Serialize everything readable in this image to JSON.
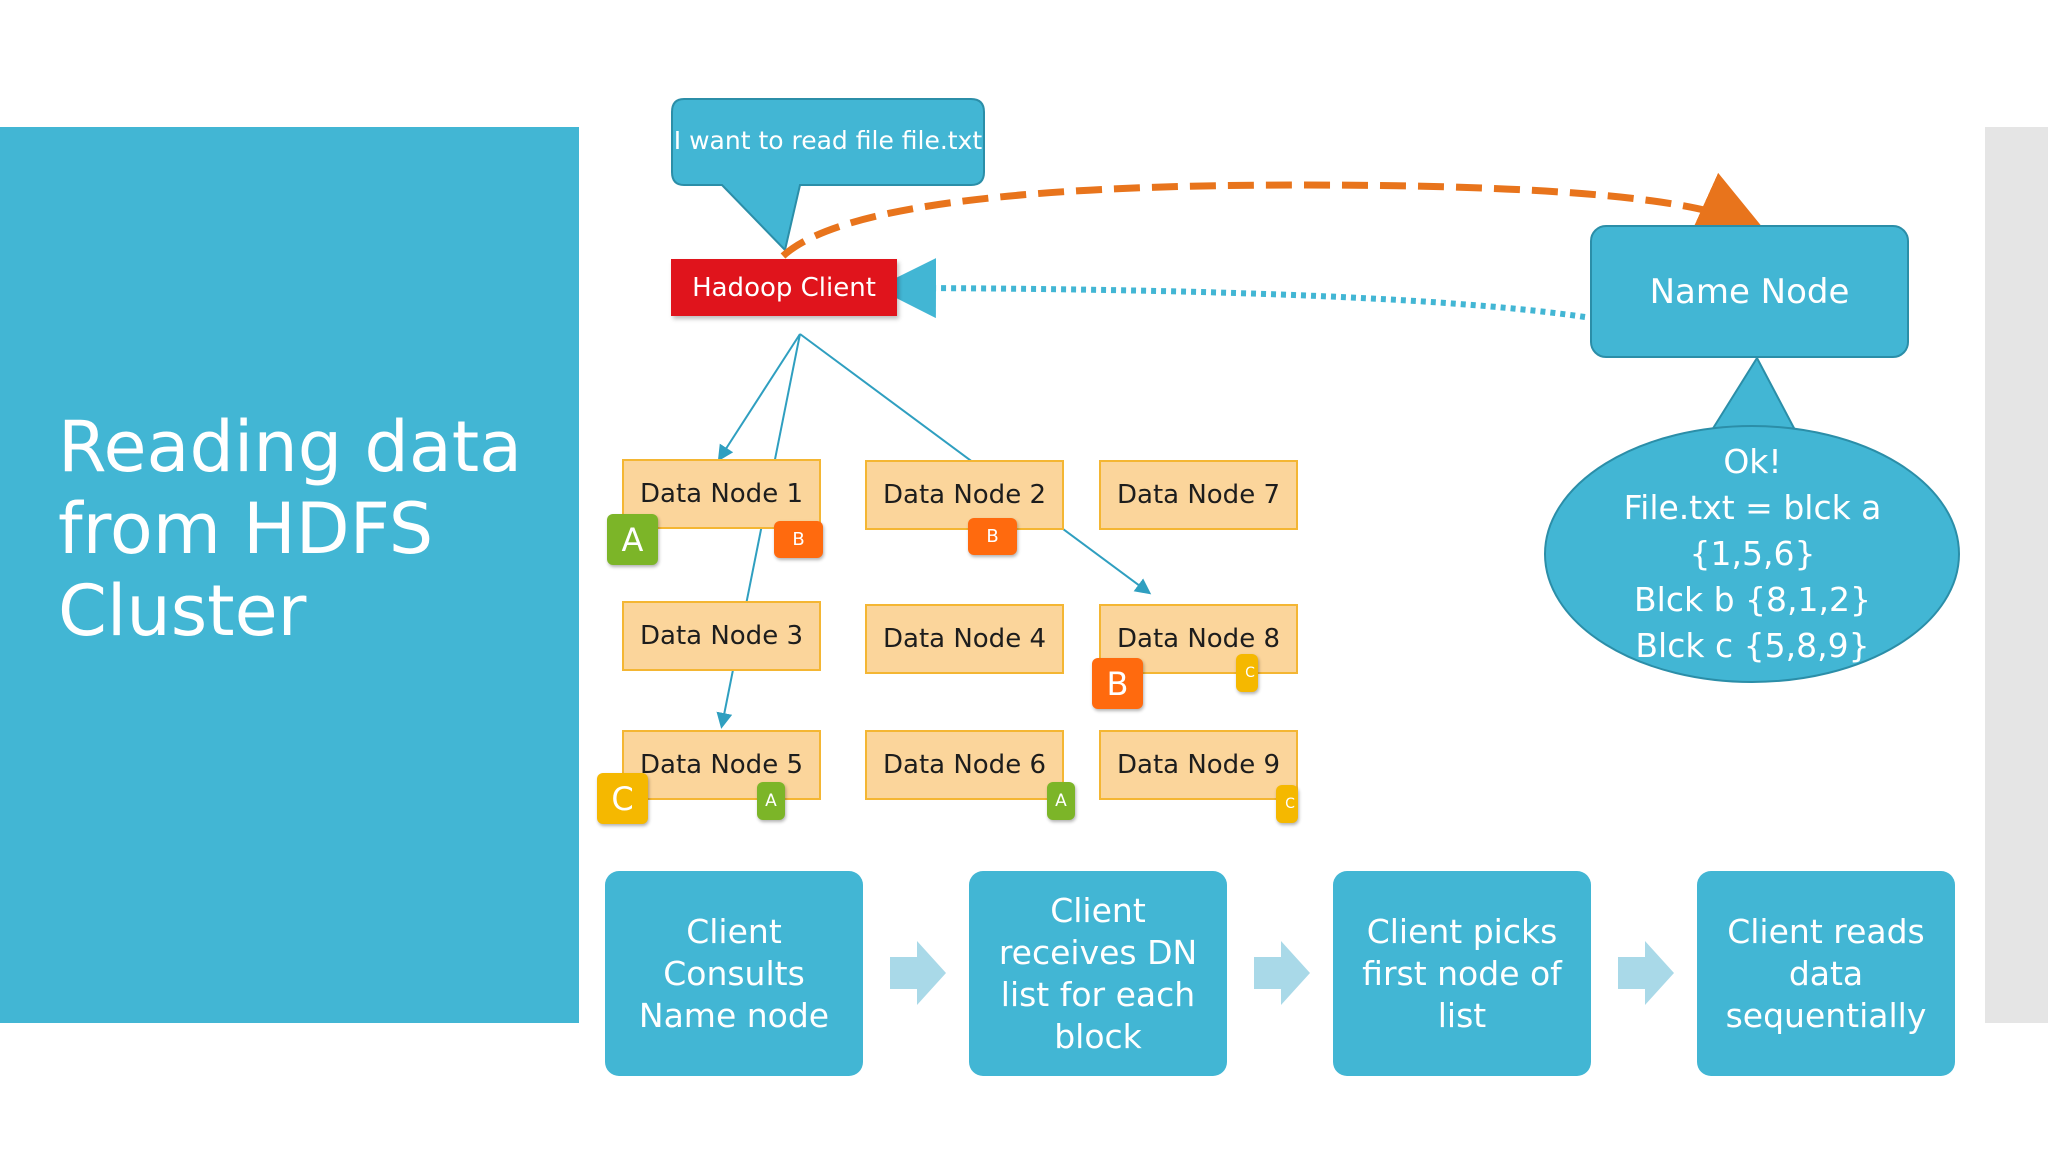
{
  "slide": {
    "title": "Reading data from HDFS Cluster"
  },
  "callout": {
    "text": "I want to read file file.txt"
  },
  "hadoop_client": {
    "label": "Hadoop Client"
  },
  "name_node": {
    "label": "Name Node",
    "reply_lines": [
      "Ok!",
      "File.txt = blck a",
      "{1,5,6}",
      "Blck b {8,1,2}",
      "Blck c {5,8,9}"
    ]
  },
  "data_nodes": [
    "Data Node 1",
    "Data Node 2",
    "Data Node 7",
    "Data Node 3",
    "Data Node 4",
    "Data Node 8",
    "Data Node 5",
    "Data Node 6",
    "Data Node 9"
  ],
  "blocks": {
    "a": "A",
    "b": "B",
    "c": "C"
  },
  "steps": [
    "Client Consults Name node",
    "Client receives DN list for each block",
    "Client picks first node of list",
    "Client reads data sequentially"
  ],
  "colors": {
    "panel": "#42b6d4",
    "hadoop_client": "#e0141c",
    "request_arrow": "#e8741c",
    "response_arrow": "#42b6d4",
    "data_node_fill": "#fbd59b",
    "data_node_border": "#f4b633",
    "block_a": "#7cb528",
    "block_b": "#ff6a0e",
    "block_c": "#f5b800",
    "step_arrow": "#a9d9e8"
  }
}
